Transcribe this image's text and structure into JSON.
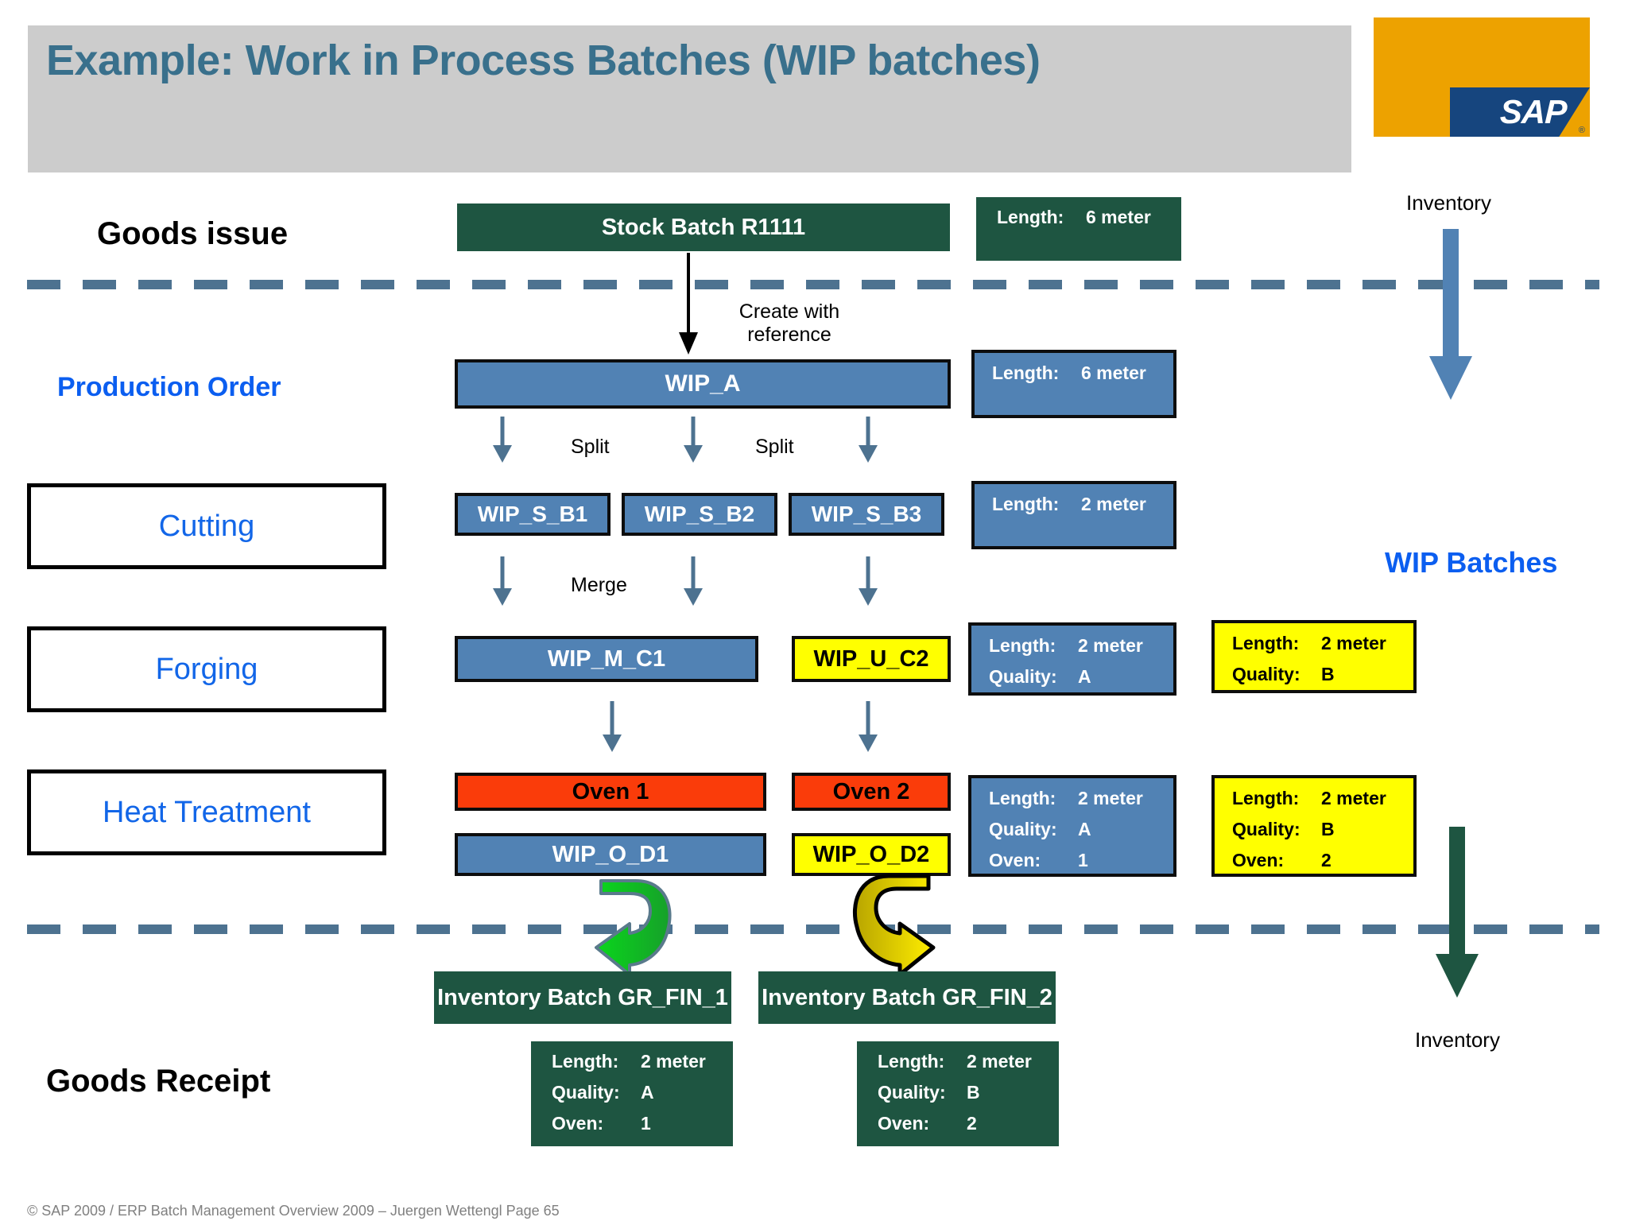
{
  "slide": {
    "title": "Example: Work in Process Batches (WIP batches)",
    "footer": "© SAP 2009 / ERP Batch Management Overview  2009 – Juergen Wettengl Page 65",
    "logo": {
      "word": "SAP",
      "registered": "®"
    }
  },
  "left_labels": {
    "goods_issue": "Goods issue",
    "production_order": "Production Order",
    "goods_receipt": "Goods Receipt",
    "stages": [
      "Cutting",
      "Forging",
      "Heat Treatment"
    ]
  },
  "right_labels": {
    "inventory_top": "Inventory",
    "inventory_bottom": "Inventory",
    "wip_batches": "WIP Batches"
  },
  "flow_labels": {
    "create_with_reference": "Create with reference",
    "split_1": "Split",
    "split_2": "Split",
    "merge": "Merge"
  },
  "batches": {
    "stock": "Stock Batch R1111",
    "wip_a": "WIP_A",
    "splits": [
      "WIP_S_B1",
      "WIP_S_B2",
      "WIP_S_B3"
    ],
    "merged": "WIP_M_C1",
    "unchanged": "WIP_U_C2",
    "ovens": [
      "Oven 1",
      "Oven 2"
    ],
    "oven_batches": [
      "WIP_O_D1",
      "WIP_O_D2"
    ],
    "inventory_batches": [
      "Inventory Batch GR_FIN_1",
      "Inventory Batch GR_FIN_2"
    ]
  },
  "attr_keys": {
    "length": "Length:",
    "quality": "Quality:",
    "oven": "Oven:"
  },
  "attributes": {
    "stock": {
      "length": "6  meter"
    },
    "wip_a": {
      "length": "6  meter"
    },
    "splits": {
      "length": "2  meter"
    },
    "merged": {
      "length": "2 meter",
      "quality": "A"
    },
    "unchanged": {
      "length": "2  meter",
      "quality": "B"
    },
    "oven_d1": {
      "length": "2  meter",
      "quality": "A",
      "oven": "1"
    },
    "oven_d2": {
      "length": "2 meter",
      "quality": "B",
      "oven": "2"
    },
    "gr_fin_1": {
      "length": "2  meter",
      "quality": "A",
      "oven": "1"
    },
    "gr_fin_2": {
      "length": "2  meter",
      "quality": "B",
      "oven": "2"
    }
  },
  "colors": {
    "title_text": "#39708C",
    "title_bg": "#CCCCCC",
    "sap_orange": "#EDA200",
    "sap_blue": "#16457E",
    "green_batch": "#1E5541",
    "blue_batch": "#5182B4",
    "yellow_batch": "#FFFF00",
    "oven_red": "#FA3C0A",
    "dash_line": "#4D7290",
    "stage_text": "#1266E8",
    "wip_label": "#0B5EF0",
    "green_arrow": "#00CC22",
    "yellow_arrow": "#FFE800"
  }
}
